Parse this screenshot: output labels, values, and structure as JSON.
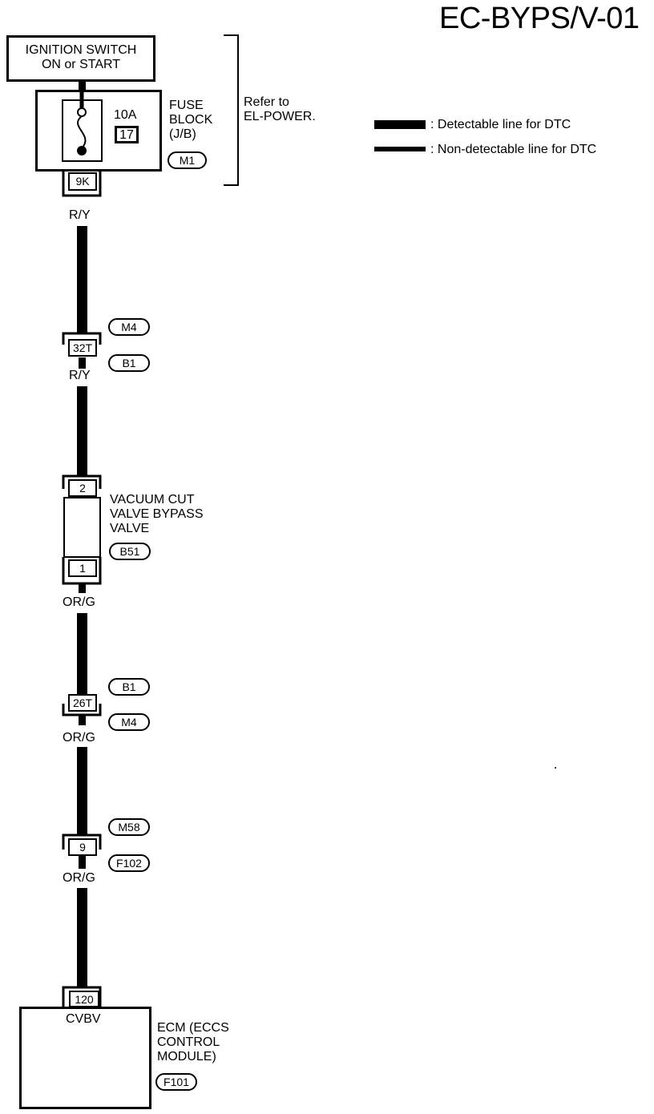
{
  "header": {
    "code": "EC-BYPS/V-01"
  },
  "legend": {
    "detectable": ": Detectable line for DTC",
    "non_detectable": ": Non-detectable line for DTC"
  },
  "ignition": {
    "line1": "IGNITION SWITCH",
    "line2": "ON or START"
  },
  "fuse_block": {
    "amp": "10A",
    "number": "17",
    "label_line1": "FUSE",
    "label_line2": "BLOCK",
    "label_line3": "(J/B)",
    "connector": "M1",
    "terminal": "9K",
    "refer_line1": "Refer to",
    "refer_line2": "EL-POWER."
  },
  "wires": {
    "w1": "R/Y",
    "w2": "R/Y",
    "w3": "OR/G",
    "w4": "OR/G",
    "w5": "OR/G"
  },
  "joint1": {
    "terminal": "32T",
    "conn_top": "M4",
    "conn_bottom": "B1"
  },
  "valve": {
    "pin_top": "2",
    "pin_bottom": "1",
    "label_line1": "VACUUM CUT",
    "label_line2": "VALVE  BYPASS",
    "label_line3": "VALVE",
    "connector": "B51"
  },
  "joint2": {
    "terminal": "26T",
    "conn_top": "B1",
    "conn_bottom": "M4"
  },
  "joint3": {
    "terminal": "9",
    "conn_top": "M58",
    "conn_bottom": "F102"
  },
  "ecm": {
    "terminal": "120",
    "pin_name": "CVBV",
    "label_line1": "ECM (ECCS",
    "label_line2": "CONTROL",
    "label_line3": "MODULE)",
    "connector": "F101"
  }
}
